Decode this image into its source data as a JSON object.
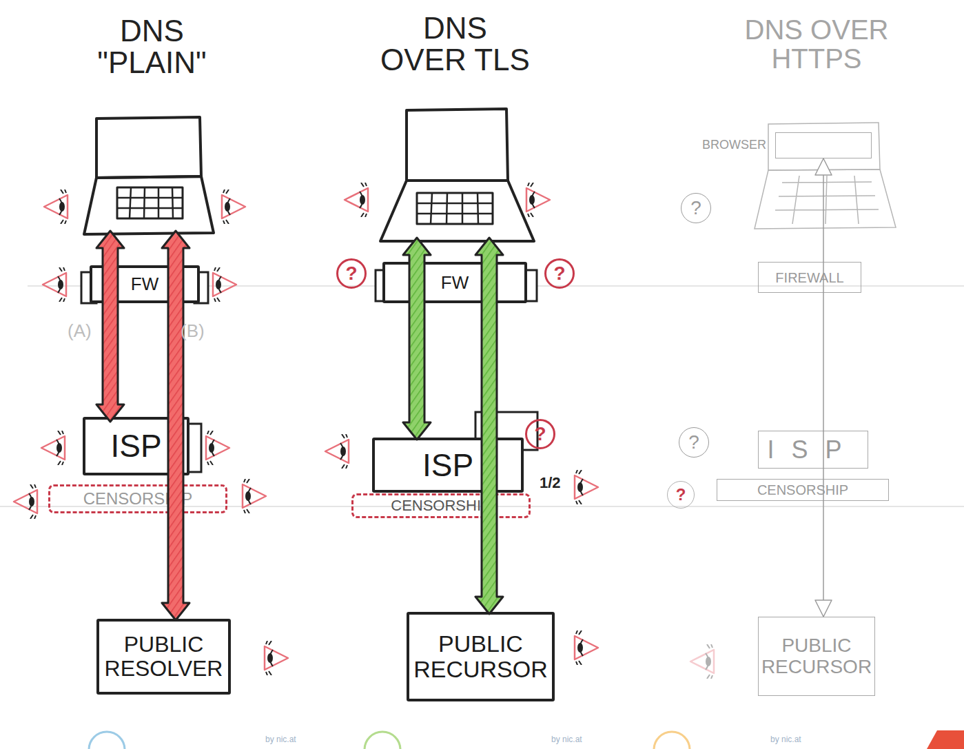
{
  "diagram": {
    "nodes": [
      {
        "text": [
          "FW"
        ]
      },
      {
        "text": [
          "ISP"
        ]
      },
      {
        "text": [
          "CENSORSHIP"
        ]
      },
      {
        "text": [
          "PUBLIC RESOLVER"
        ]
      },
      {
        "text": [
          "FW"
        ]
      },
      {
        "text": [
          "ISP"
        ]
      },
      {
        "text": [
          "CENSORSHIP"
        ]
      },
      {
        "text": [
          "PUBLIC RECURSOR"
        ]
      },
      {
        "text": [
          "BROWSER"
        ]
      },
      {
        "text": [
          "FIREWALL"
        ]
      },
      {
        "text": [
          "ISP"
        ]
      },
      {
        "text": [
          "CENSORSHIP"
        ]
      },
      {
        "text": [
          "PUBLIC RECURSOR"
        ]
      }
    ],
    "edges": [
      {
        "from": 8,
        "to": 12,
        "arrow": "both"
      }
    ],
    "labels": [
      "DNS \"PLAIN\"",
      "DNS OVER TLS",
      "DNS OVER HTTPS",
      "(A)",
      "(B)",
      "?",
      "?",
      "?",
      "1/2",
      "?",
      "?",
      "?",
      "by nic.at",
      "by nic.at",
      "by nic.at"
    ]
  }
}
